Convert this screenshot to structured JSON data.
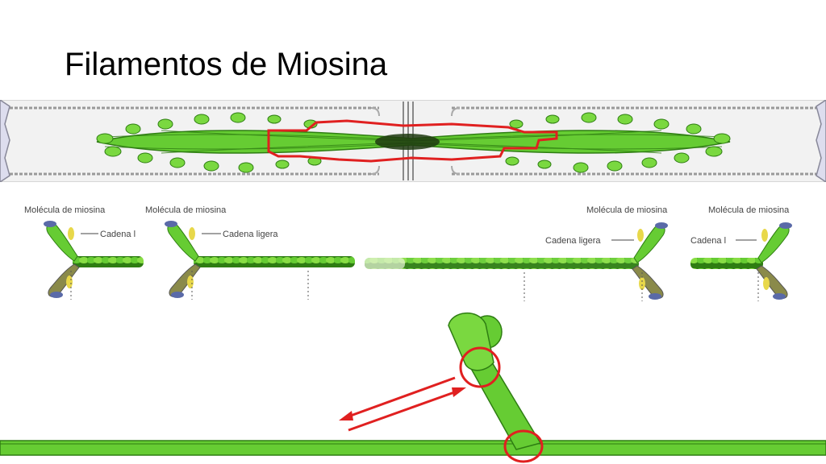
{
  "slide": {
    "title": "Filamentos de Miosina"
  },
  "molecule_labels": {
    "left_1_title": "Molécula de miosina",
    "left_1_chain": "Cadena l",
    "left_2_title": "Molécula de miosina",
    "left_2_chain": "Cadena ligera",
    "right_1_title": "Molécula de miosina",
    "right_1_chain": "Cadena ligera",
    "right_2_title": "Molécula de miosina",
    "right_2_chain": "Cadena l"
  },
  "colors": {
    "myosin_green": "#66cc33",
    "dark_green": "#2e7d12",
    "olive_head": "#8a8a4a",
    "light_chain_yellow": "#e8d84a",
    "light_chain_blue": "#5a6aa8",
    "highlight_red": "#e02020"
  }
}
